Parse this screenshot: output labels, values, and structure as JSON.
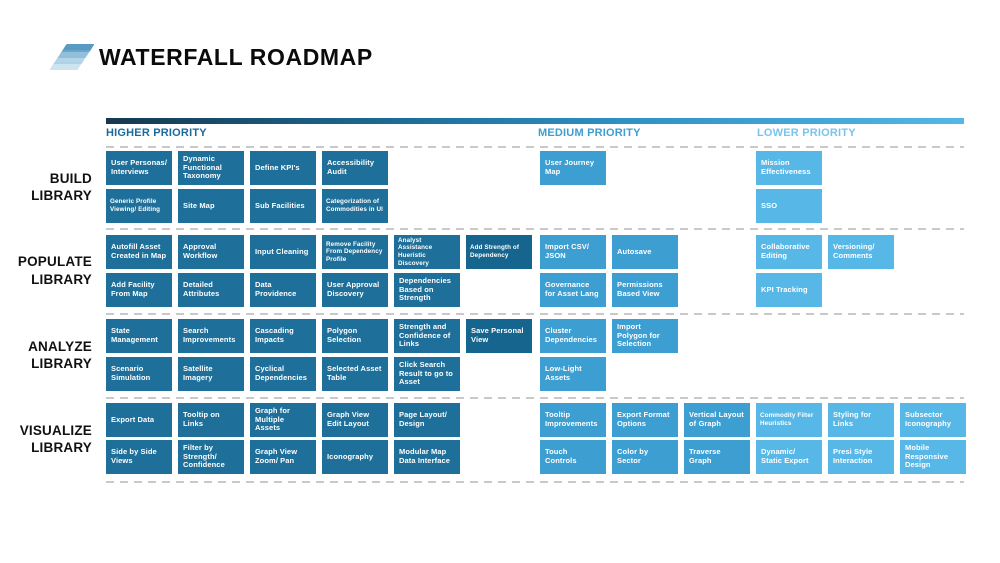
{
  "header": {
    "title": "WATERFALL ROADMAP",
    "logo_icon": "layers-logo"
  },
  "columns": [
    {
      "id": "higher",
      "label": "HIGHER PRIORITY",
      "color": "#1a6a9c"
    },
    {
      "id": "medium",
      "label": "MEDIUM PRIORITY",
      "color": "#3d9ed2"
    },
    {
      "id": "lower",
      "label": "LOWER PRIORITY",
      "color": "#79c4ec"
    }
  ],
  "colors": {
    "dark": "#1e6f99",
    "darker": "#15658e",
    "medium": "#3d9ed2",
    "light": "#57b8e8",
    "bar_start": "#16384e",
    "bar_end": "#55b7e6"
  },
  "defaults": {
    "higher": "dark",
    "medium": "medium",
    "lower": "light"
  },
  "sections": [
    {
      "label": "BUILD LIBRARY",
      "groups": {
        "higher": {
          "rows": [
            [
              {
                "label": "User Personas/ Interviews"
              },
              {
                "label": "Dynamic Functional Taxonomy"
              },
              {
                "label": "Define KPI's"
              },
              {
                "label": "Accessibility Audit"
              }
            ],
            [
              {
                "label": "Generic Profile Viewing/ Editing",
                "small": true
              },
              {
                "label": "Site Map"
              },
              {
                "label": "Sub Facilities"
              },
              {
                "label": "Categorization of Commodities in UI",
                "small": true
              }
            ]
          ]
        },
        "medium": {
          "rows": [
            [
              {
                "label": "User Journey Map"
              }
            ],
            []
          ]
        },
        "lower": {
          "rows": [
            [
              {
                "label": "Mission Effectiveness"
              }
            ],
            [
              {
                "label": "SSO"
              }
            ]
          ]
        }
      }
    },
    {
      "label": "POPULATE LIBRARY",
      "groups": {
        "higher": {
          "rows": [
            [
              {
                "label": "Autofill Asset Created in Map"
              },
              {
                "label": "Approval Workflow"
              },
              {
                "label": "Input Cleaning"
              },
              {
                "label": "Remove Facility From Dependency Profile",
                "small": true
              },
              {
                "label": "Analyst Assistance Hueristic Discovery",
                "small": true
              },
              {
                "label": "Add Strength of Dependency",
                "small": true,
                "tone": "darker"
              }
            ],
            [
              {
                "label": "Add Facility From Map"
              },
              {
                "label": "Detailed Attributes"
              },
              {
                "label": "Data Providence"
              },
              {
                "label": "User Approval Discovery"
              },
              {
                "label": "Dependencies Based on Strength"
              }
            ]
          ]
        },
        "medium": {
          "rows": [
            [
              {
                "label": "Import CSV/ JSON"
              },
              {
                "label": "Autosave"
              }
            ],
            [
              {
                "label": "Governance for Asset Lang"
              },
              {
                "label": "Permissions Based View"
              }
            ]
          ]
        },
        "lower": {
          "rows": [
            [
              {
                "label": "Collaborative Editing"
              },
              {
                "label": "Versioning/ Comments"
              }
            ],
            [
              {
                "label": "KPI Tracking"
              }
            ]
          ]
        }
      }
    },
    {
      "label": "ANALYZE LIBRARY",
      "groups": {
        "higher": {
          "rows": [
            [
              {
                "label": "State Management"
              },
              {
                "label": "Search Improvements"
              },
              {
                "label": "Cascading Impacts"
              },
              {
                "label": "Polygon Selection"
              },
              {
                "label": "Strength and Confidence of Links"
              },
              {
                "label": "Save Personal View",
                "tone": "darker"
              }
            ],
            [
              {
                "label": "Scenario Simulation"
              },
              {
                "label": "Satellite Imagery"
              },
              {
                "label": "Cyclical Dependencies"
              },
              {
                "label": "Selected Asset Table"
              },
              {
                "label": "Click Search Result to go to Asset"
              }
            ]
          ]
        },
        "medium": {
          "rows": [
            [
              {
                "label": "Cluster Dependencies"
              },
              {
                "label": "Import Polygon for Selection"
              }
            ],
            [
              {
                "label": "Low-Light Assets"
              }
            ]
          ]
        },
        "lower": {
          "rows": [
            [],
            []
          ]
        }
      }
    },
    {
      "label": "VISUALIZE LIBRARY",
      "groups": {
        "higher": {
          "rows": [
            [
              {
                "label": "Export Data"
              },
              {
                "label": "Tooltip on Links"
              },
              {
                "label": "Graph for Multiple Assets"
              },
              {
                "label": "Graph View Edit Layout"
              },
              {
                "label": "Page Layout/ Design"
              }
            ],
            [
              {
                "label": "Side by Side Views"
              },
              {
                "label": "Filter by Strength/ Confidence"
              },
              {
                "label": "Graph View Zoom/ Pan"
              },
              {
                "label": "Iconography"
              },
              {
                "label": "Modular Map Data Interface"
              }
            ]
          ]
        },
        "medium": {
          "rows": [
            [
              {
                "label": "Tooltip Improvements"
              },
              {
                "label": "Export Format Options"
              },
              {
                "label": "Vertical Layout of Graph"
              }
            ],
            [
              {
                "label": "Touch Controls"
              },
              {
                "label": "Color by Sector"
              },
              {
                "label": "Traverse Graph"
              }
            ]
          ]
        },
        "lower": {
          "rows": [
            [
              {
                "label": "Commodity Filter Heuristics",
                "small": true
              },
              {
                "label": "Styling for Links"
              },
              {
                "label": "Subsector Iconography"
              }
            ],
            [
              {
                "label": "Dynamic/ Static Export"
              },
              {
                "label": "Presi Style Interaction"
              },
              {
                "label": "Mobile Responsive Design"
              }
            ]
          ]
        }
      }
    }
  ]
}
